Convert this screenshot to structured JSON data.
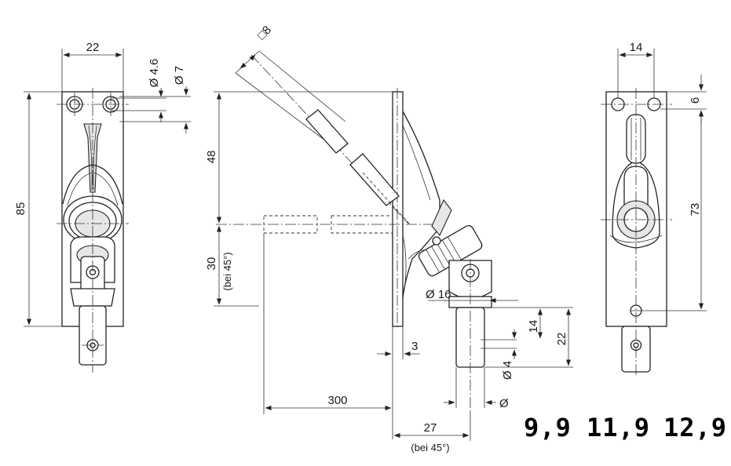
{
  "drawing": {
    "front_view": {
      "width_label": "22",
      "height_label": "85",
      "hole_small_label": "Ø 4.6",
      "hole_large_label": "Ø 7"
    },
    "side_view": {
      "square_label": "□8",
      "upper_height_label": "48",
      "lower_height_label": "30",
      "lower_height_note": "(bei 45°)",
      "shaft_dia_label": "Ø 16",
      "plate_thickness_label": "3",
      "reach_label": "300",
      "offset_label": "27",
      "offset_note": "(bei 45°)",
      "stub_len_label": "14",
      "stub_total_label": "22",
      "bore_label": "Ø 4",
      "end_dia_label": "Ø"
    },
    "rear_view": {
      "width_label": "14",
      "top_offset_label": "6",
      "height_label": "73"
    },
    "size_codes": [
      "9,9",
      "11,9",
      "12,9"
    ]
  }
}
